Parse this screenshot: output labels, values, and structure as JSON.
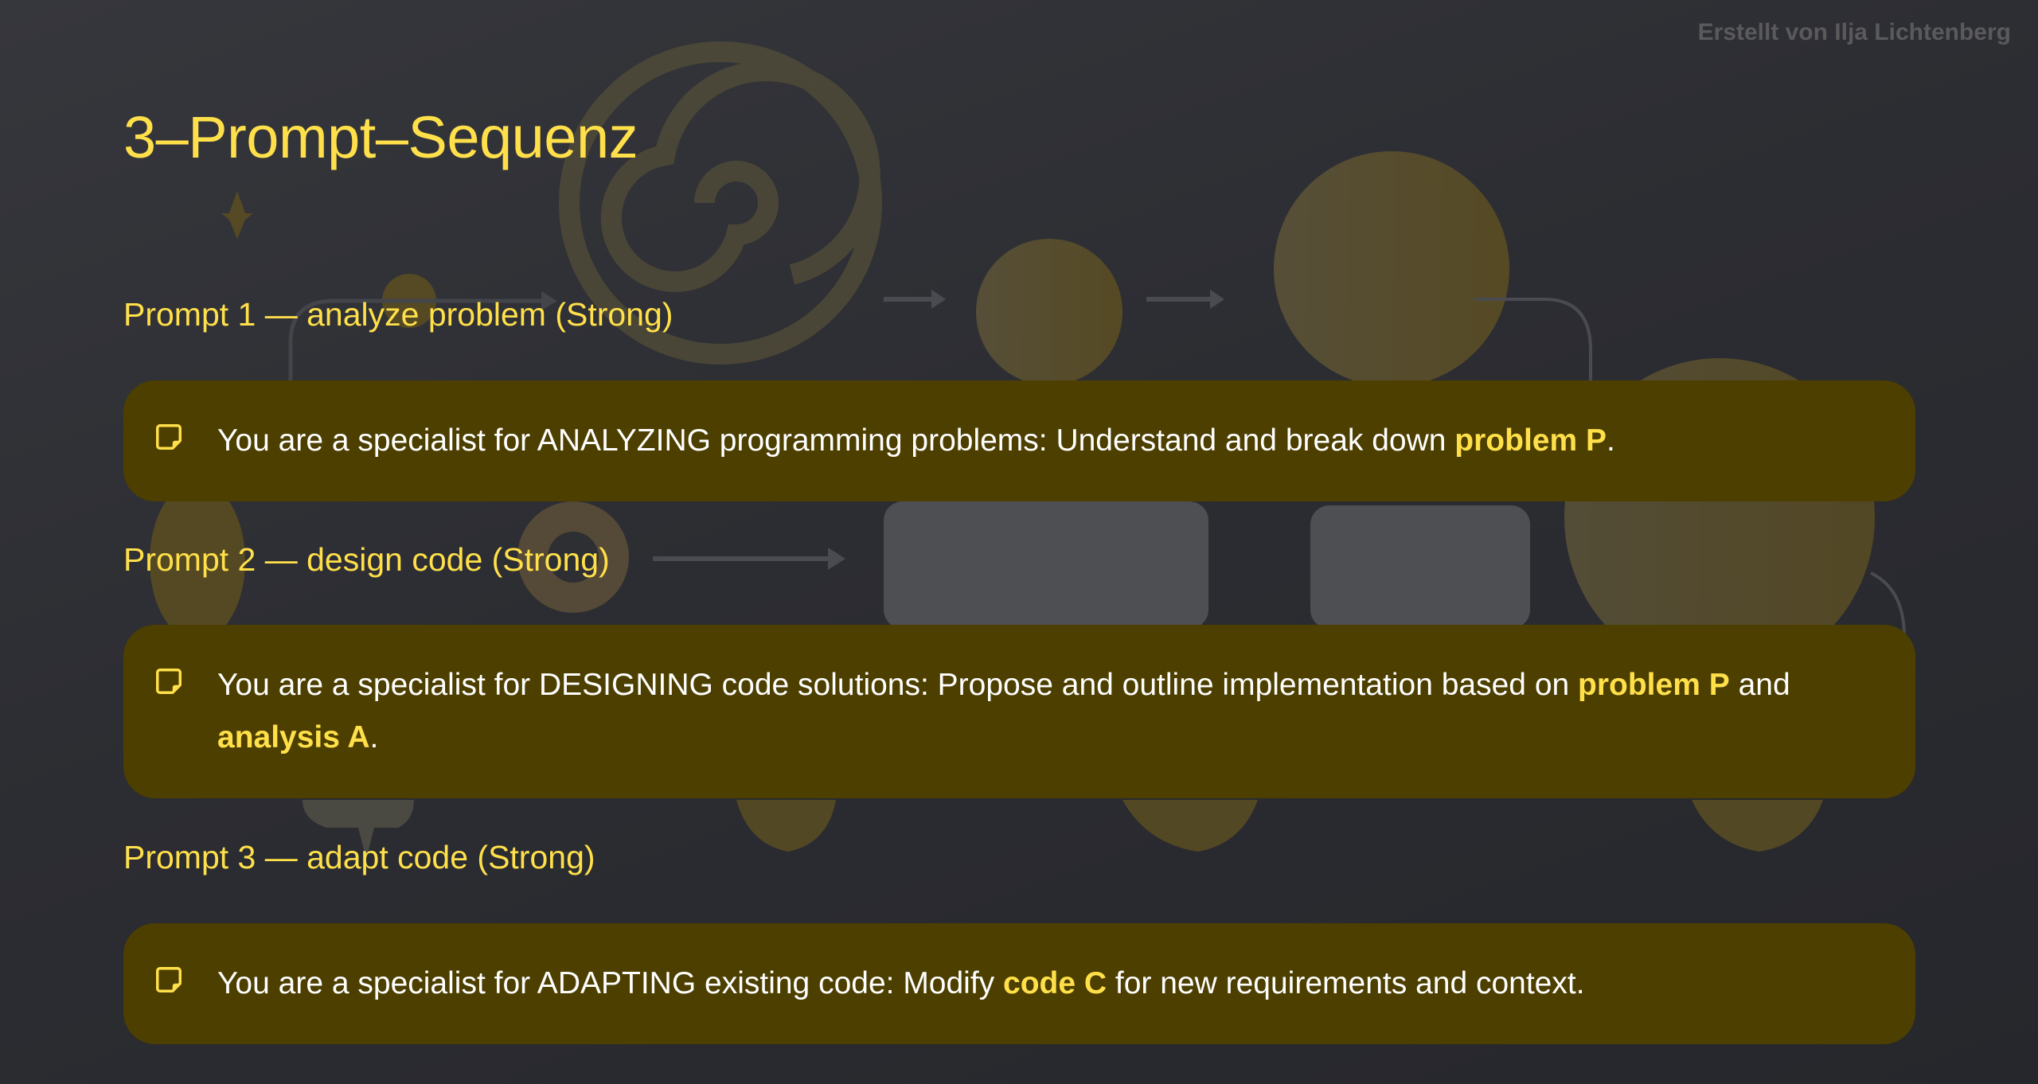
{
  "header": {
    "credit": "Erstellt von Ilja Lichtenberg",
    "title": "3–Prompt–Sequenz"
  },
  "colors": {
    "background": "#2e2f34",
    "accent": "#ffe04a",
    "box_fill": "#4d3f00",
    "body_text": "#ffffff",
    "credit_text": "#5a5a5c"
  },
  "prompts": [
    {
      "heading": "Prompt 1 — analyze problem (Strong)",
      "icon": "sticky-note-icon",
      "text_parts": [
        {
          "text": "You are a specialist for ANALYZING programming problems: Understand and break down ",
          "highlight": false
        },
        {
          "text": "problem P",
          "highlight": true
        },
        {
          "text": ".",
          "highlight": false
        }
      ]
    },
    {
      "heading": "Prompt 2 — design code (Strong)",
      "icon": "sticky-note-icon",
      "text_parts": [
        {
          "text": "You are a specialist for DESIGNING code solutions: Propose and outline implementation based on ",
          "highlight": false
        },
        {
          "text": "problem P",
          "highlight": true
        },
        {
          "text": " and ",
          "highlight": false
        },
        {
          "text": "analysis A",
          "highlight": true
        },
        {
          "text": ".",
          "highlight": false
        }
      ]
    },
    {
      "heading": "Prompt 3 — adapt code (Strong)",
      "icon": "sticky-note-icon",
      "text_parts": [
        {
          "text": "You are a specialist for ADAPTING existing code: Modify ",
          "highlight": false
        },
        {
          "text": "code C",
          "highlight": true
        },
        {
          "text": " for new requirements and context.",
          "highlight": false
        }
      ]
    }
  ]
}
